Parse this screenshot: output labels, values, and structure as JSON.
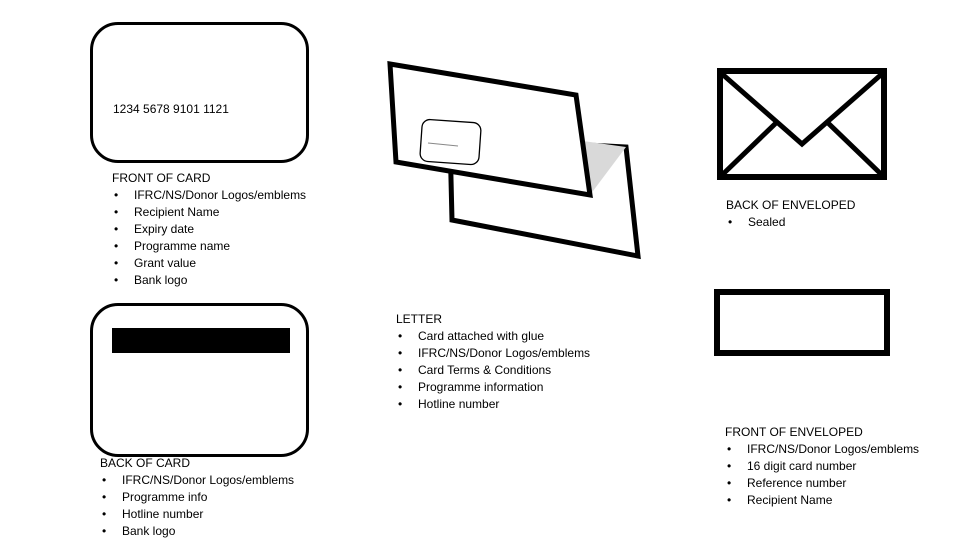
{
  "front_card": {
    "card_number": "1234 5678 9101 1121",
    "title": "FRONT OF CARD",
    "items": [
      "IFRC/NS/Donor Logos/emblems",
      "Recipient Name",
      "Expiry date",
      "Programme name",
      "Grant value",
      "Bank logo"
    ]
  },
  "back_card": {
    "title": "BACK OF CARD",
    "items": [
      "IFRC/NS/Donor Logos/emblems",
      "Programme info",
      "Hotline number",
      "Bank logo"
    ]
  },
  "letter": {
    "title": "LETTER",
    "items": [
      "Card attached with glue",
      "IFRC/NS/Donor Logos/emblems",
      "Card Terms & Conditions",
      "Programme information",
      "Hotline number"
    ]
  },
  "back_envelope": {
    "title": "BACK OF ENVELOPED",
    "items": [
      "Sealed"
    ]
  },
  "front_envelope": {
    "title": "FRONT OF ENVELOPED",
    "items": [
      "IFRC/NS/Donor Logos/emblems",
      "16 digit card number",
      "Reference number",
      "Recipient Name"
    ]
  }
}
